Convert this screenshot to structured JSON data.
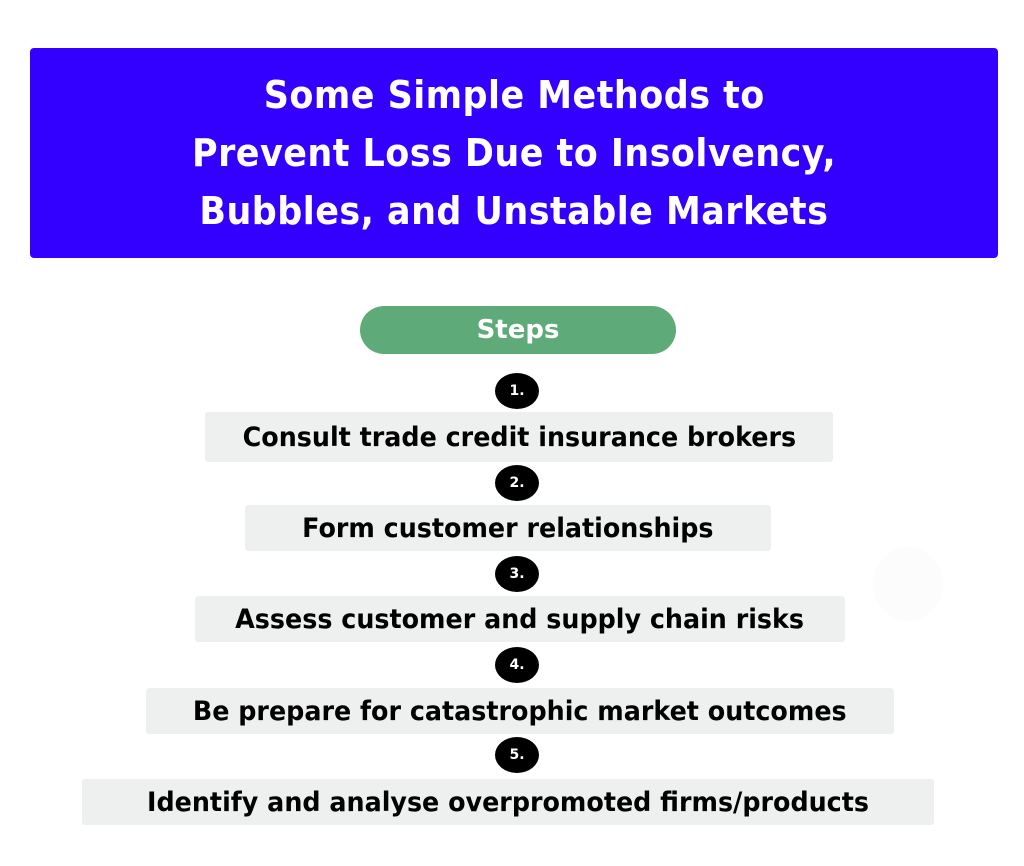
{
  "title": {
    "lines": [
      "Some Simple Methods to",
      "Prevent Loss Due to Insolvency,",
      "Bubbles, and Unstable Markets"
    ],
    "background_color": "#3300ff"
  },
  "steps_header": {
    "label": "Steps",
    "color": "#5faa79"
  },
  "steps": [
    {
      "number": "1.",
      "text": "Consult trade credit insurance brokers"
    },
    {
      "number": "2.",
      "text": "Form customer relationships"
    },
    {
      "number": "3.",
      "text": "Assess customer and supply chain risks"
    },
    {
      "number": "4.",
      "text": "Be prepare for catastrophic market outcomes"
    },
    {
      "number": "5.",
      "text": "Identify and analyse overpromoted firms/products"
    }
  ]
}
